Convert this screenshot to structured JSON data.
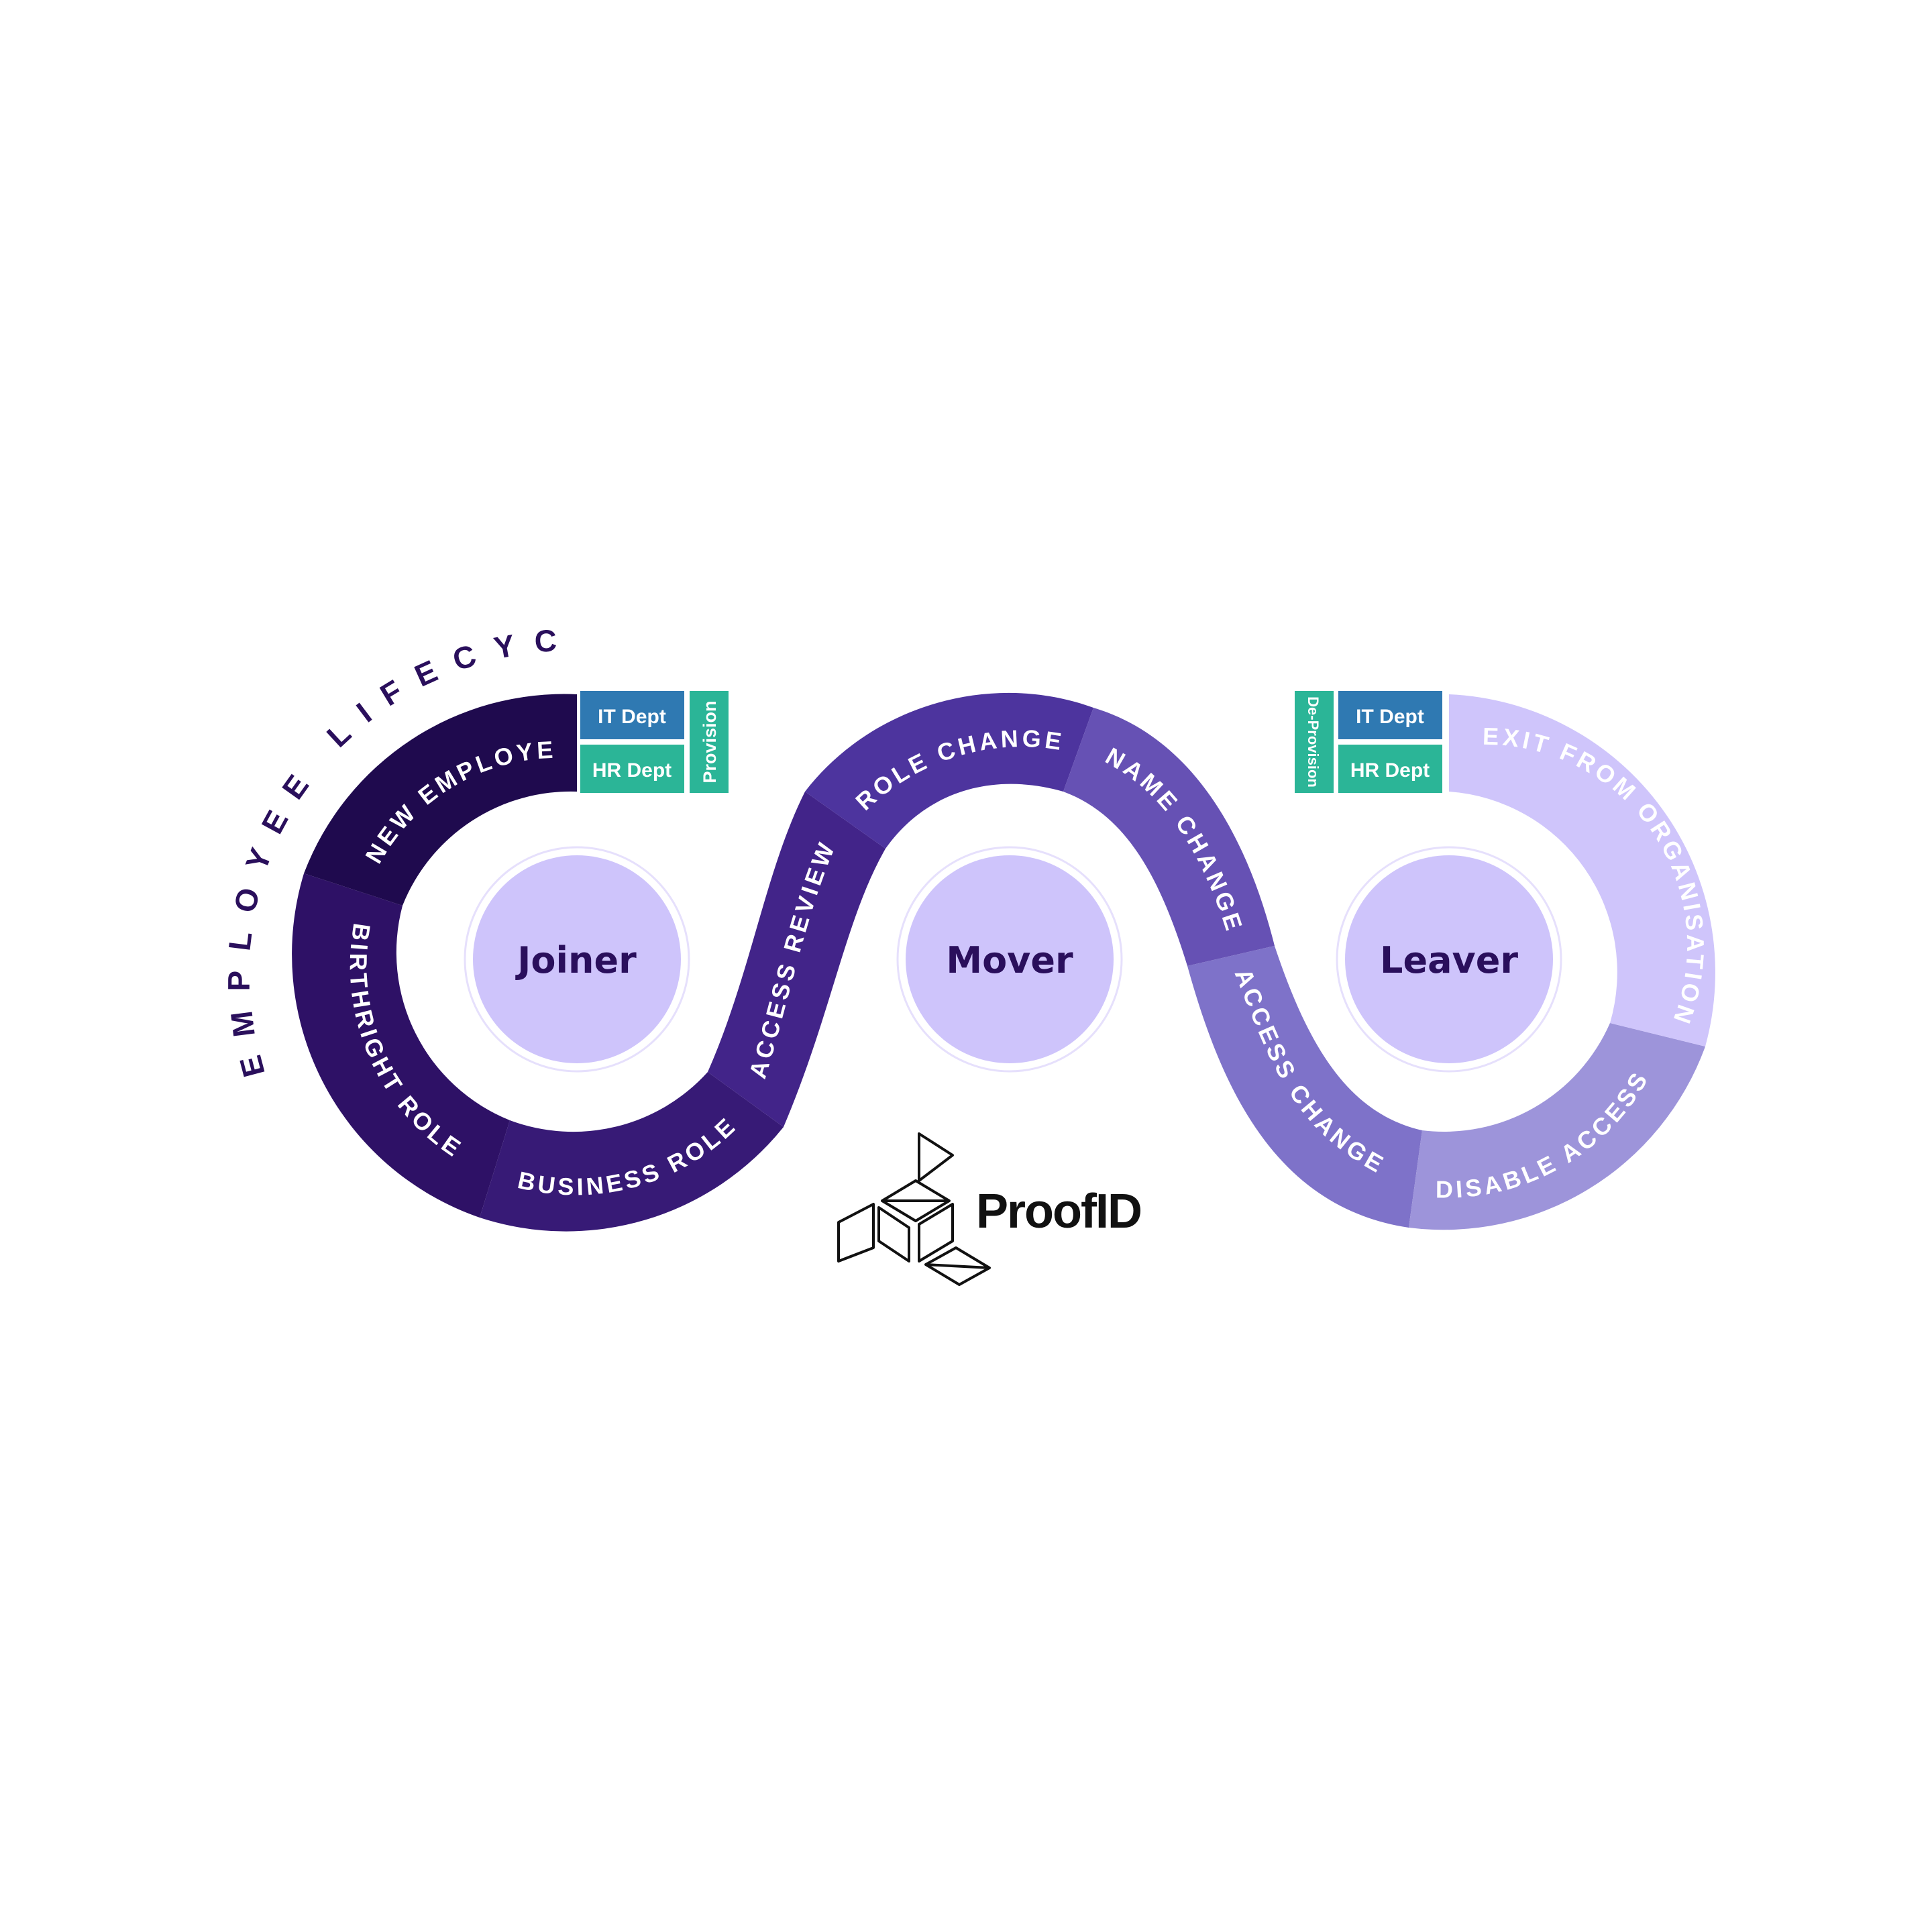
{
  "title": "EMPLOYEE LIFECYCLE",
  "colors": {
    "title_text": "#2a0f5c",
    "hub_fill": "#cec4fb",
    "hub_ring": "#e6e0fc",
    "hub_text": "#2a0f5c",
    "tag_blue": "#2f79b2",
    "tag_green": "#2bb597",
    "tag_text": "#ffffff",
    "seg_text_light": "#ffffff"
  },
  "segments": [
    {
      "label": "NEW EMPLOYEE",
      "color": "#1f0a4e"
    },
    {
      "label": "BIRTHRIGHT ROLE",
      "color": "#2e1166"
    },
    {
      "label": "BUSINESS ROLE",
      "color": "#371a76"
    },
    {
      "label": "ACCESS REVIEW",
      "color": "#422489"
    },
    {
      "label": "ROLE CHANGE",
      "color": "#4d349e"
    },
    {
      "label": "NAME CHANGE",
      "color": "#6651b4"
    },
    {
      "label": "ACCESS CHANGE",
      "color": "#7e72c9"
    },
    {
      "label": "DISABLE ACCESS",
      "color": "#9d94da"
    },
    {
      "label": "EXIT FROM ORGANISATION",
      "color": "#cfc5fb"
    }
  ],
  "hubs": [
    {
      "label": "Joiner"
    },
    {
      "label": "Mover"
    },
    {
      "label": "Leaver"
    }
  ],
  "tags": {
    "left": {
      "it": "IT Dept",
      "hr": "HR Dept",
      "side": "Provision"
    },
    "right": {
      "it": "IT Dept",
      "hr": "HR Dept",
      "side": "De-Provision"
    }
  },
  "brand": {
    "name": "ProofID",
    "logo_icon": "stacked-triangles-logo"
  }
}
